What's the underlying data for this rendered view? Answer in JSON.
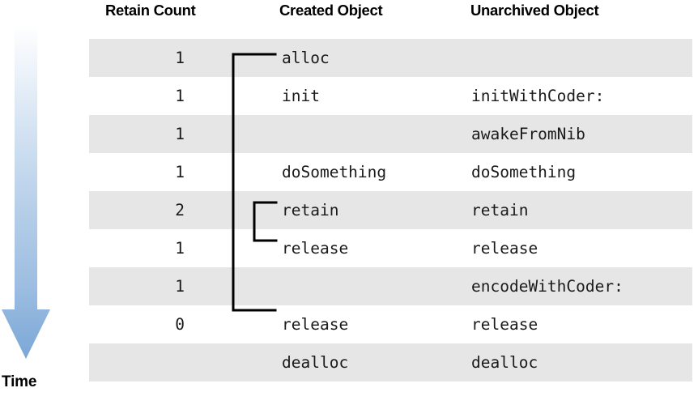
{
  "figure": {
    "axis_label": "Time",
    "axis_direction": "down",
    "arrow_color_top": "#ffffff",
    "arrow_color_bottom": "#7ba7d7",
    "row_shade_color": "#e6e6e6",
    "row_plain_color": "#ffffff",
    "line_color": "#000000",
    "text_color": "#1a1a1a",
    "header_color": "#000000"
  },
  "table": {
    "headers": [
      "Retain Count",
      "Created Object",
      "Unarchived Object"
    ],
    "rows": [
      {
        "count": "1",
        "created": "alloc",
        "unarchived": "",
        "shaded": true
      },
      {
        "count": "1",
        "created": "init",
        "unarchived": "initWithCoder:",
        "shaded": false
      },
      {
        "count": "1",
        "created": "",
        "unarchived": "awakeFromNib",
        "shaded": true
      },
      {
        "count": "1",
        "created": "doSomething",
        "unarchived": "doSomething",
        "shaded": false
      },
      {
        "count": "2",
        "created": "retain",
        "unarchived": "retain",
        "shaded": true
      },
      {
        "count": "1",
        "created": "release",
        "unarchived": "release",
        "shaded": false
      },
      {
        "count": "1",
        "created": "",
        "unarchived": "encodeWithCoder:",
        "shaded": true
      },
      {
        "count": "0",
        "created": "release",
        "unarchived": "release",
        "shaded": false
      },
      {
        "count": "",
        "created": "dealloc",
        "unarchived": "dealloc",
        "shaded": true
      }
    ]
  },
  "connectors": {
    "lifetime_label": "alloc-to-final-release-bracket",
    "retain_release_label": "retain-release-pair-bracket"
  }
}
